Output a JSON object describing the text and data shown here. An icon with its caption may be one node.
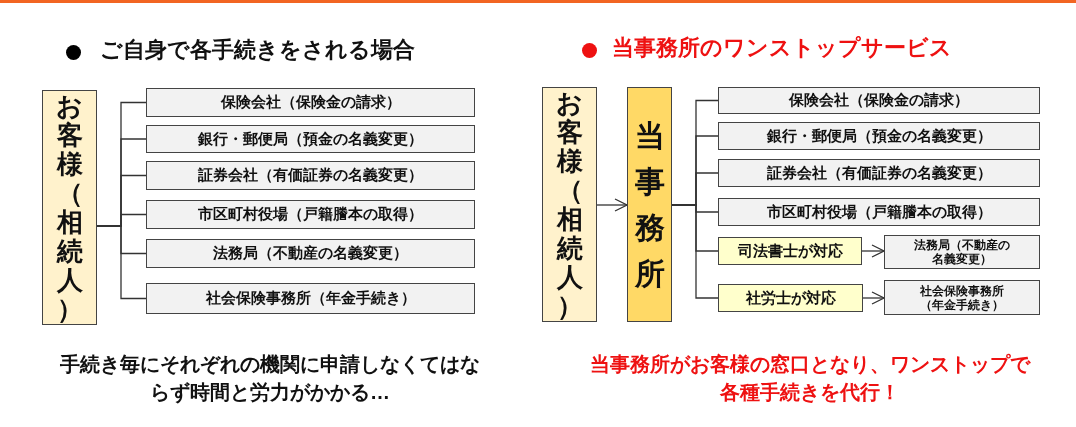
{
  "diagram": {
    "nodes": [
      {
        "text": [
          "お客様（相続人）"
        ]
      },
      {
        "text": [
          "保険会社（保険金の請求）"
        ]
      },
      {
        "text": [
          "銀行・郵便局（預金の名義変更）"
        ]
      },
      {
        "text": [
          "証券会社（有価証券の名義変更）"
        ]
      },
      {
        "text": [
          "市区町村役場（戸籍謄本の取得）"
        ]
      },
      {
        "text": [
          "法務局（不動産の名義変更）"
        ]
      },
      {
        "text": [
          "社会保険事務所（年金手続き）"
        ]
      },
      {
        "text": [
          "お客様（相続人）"
        ]
      },
      {
        "text": [
          "当事務所"
        ]
      },
      {
        "text": [
          "保険会社（保険金の請求）"
        ]
      },
      {
        "text": [
          "銀行・郵便局（預金の名義変更）"
        ]
      },
      {
        "text": [
          "証券会社（有価証券の名義変更）"
        ]
      },
      {
        "text": [
          "市区町村役場（戸籍謄本の取得）"
        ]
      },
      {
        "text": [
          "司法書士が対応"
        ]
      },
      {
        "text": [
          "法務局（不動産の名義変更）"
        ]
      },
      {
        "text": [
          "社労士が対応"
        ]
      },
      {
        "text": [
          "社会保険事務所（年金手続き）"
        ]
      }
    ],
    "edges": [
      {
        "from": 0,
        "to": 1,
        "arrow": "none"
      },
      {
        "from": 0,
        "to": 2,
        "arrow": "none"
      },
      {
        "from": 0,
        "to": 3,
        "arrow": "none"
      },
      {
        "from": 0,
        "to": 4,
        "arrow": "none"
      },
      {
        "from": 0,
        "to": 5,
        "arrow": "none"
      },
      {
        "from": 0,
        "to": 6,
        "arrow": "none"
      },
      {
        "from": 7,
        "to": 8,
        "arrow": "to"
      },
      {
        "from": 8,
        "to": 9,
        "arrow": "none"
      },
      {
        "from": 8,
        "to": 10,
        "arrow": "none"
      },
      {
        "from": 8,
        "to": 11,
        "arrow": "none"
      },
      {
        "from": 8,
        "to": 12,
        "arrow": "none"
      },
      {
        "from": 8,
        "to": 13,
        "arrow": "none"
      },
      {
        "from": 8,
        "to": 15,
        "arrow": "none"
      },
      {
        "from": 13,
        "to": 14,
        "arrow": "to"
      },
      {
        "from": 15,
        "to": 16,
        "arrow": "to"
      }
    ],
    "labels": [
      "ご自身で各手続きをされる場合",
      "当事務所のワンストップサービス",
      "手続き毎にそれぞれの機関に申請しなくてはならず時間と労力がかかる…",
      "当事務所がお客様の窓口となり、ワンストップで各種手続きを代行！"
    ]
  }
}
